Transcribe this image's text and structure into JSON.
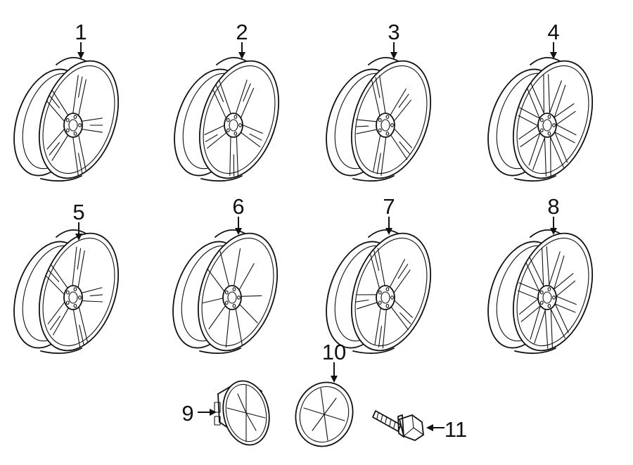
{
  "parts": [
    {
      "id": "wheel-1",
      "callout": "1",
      "spokes": 5,
      "style": "double"
    },
    {
      "id": "wheel-2",
      "callout": "2",
      "spokes": 5,
      "style": "split"
    },
    {
      "id": "wheel-3",
      "callout": "3",
      "spokes": 5,
      "style": "double"
    },
    {
      "id": "wheel-4",
      "callout": "4",
      "spokes": 10,
      "style": "multi"
    },
    {
      "id": "wheel-5",
      "callout": "5",
      "spokes": 5,
      "style": "double"
    },
    {
      "id": "wheel-6",
      "callout": "6",
      "spokes": 5,
      "style": "wide"
    },
    {
      "id": "wheel-7",
      "callout": "7",
      "spokes": 5,
      "style": "split"
    },
    {
      "id": "wheel-8",
      "callout": "8",
      "spokes": 10,
      "style": "multi"
    },
    {
      "id": "center-cap",
      "callout": "9"
    },
    {
      "id": "emblem",
      "callout": "10"
    },
    {
      "id": "lug-bolt",
      "callout": "11"
    }
  ]
}
